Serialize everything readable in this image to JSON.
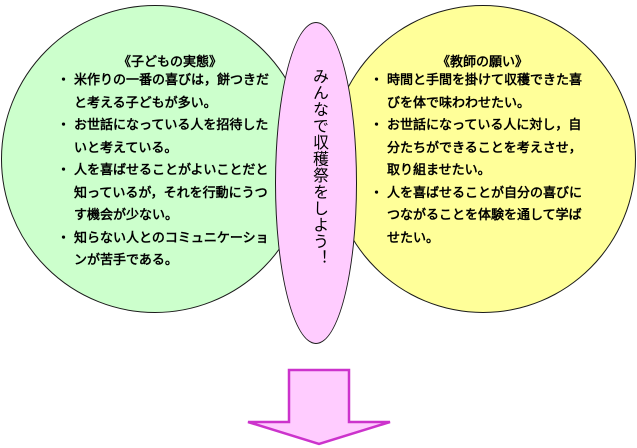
{
  "left_panel": {
    "title": "《子どもの実態》",
    "items": [
      "米作りの一番の喜びは，餅つきだと考える子どもが多い。",
      "お世話になっている人を招待したいと考えている。",
      "人を喜ばせることがよいことだと知っているが，それを行動にうつす機会が少ない。",
      "知らない人とのコミュニケーションが苦手である。"
    ]
  },
  "right_panel": {
    "title": "《教師の願い》",
    "items": [
      "時間と手間を掛けて収穫できた喜びを体で味わわせたい。",
      "お世話になっている人に対し，自分たちができることを考えさせ，取り組ませたい。",
      "人を喜ばせることが自分の喜びにつながることを体験を通して学ばせたい。"
    ]
  },
  "center": {
    "text": "みんなで収穫祭をしよう！"
  },
  "colors": {
    "left_fill": "#ccffcc",
    "right_fill": "#ffff99",
    "center_fill": "#ffccff",
    "arrow_fill": "#ffccff",
    "arrow_stroke": "#cc33cc",
    "outline": "#1a1a1a"
  }
}
